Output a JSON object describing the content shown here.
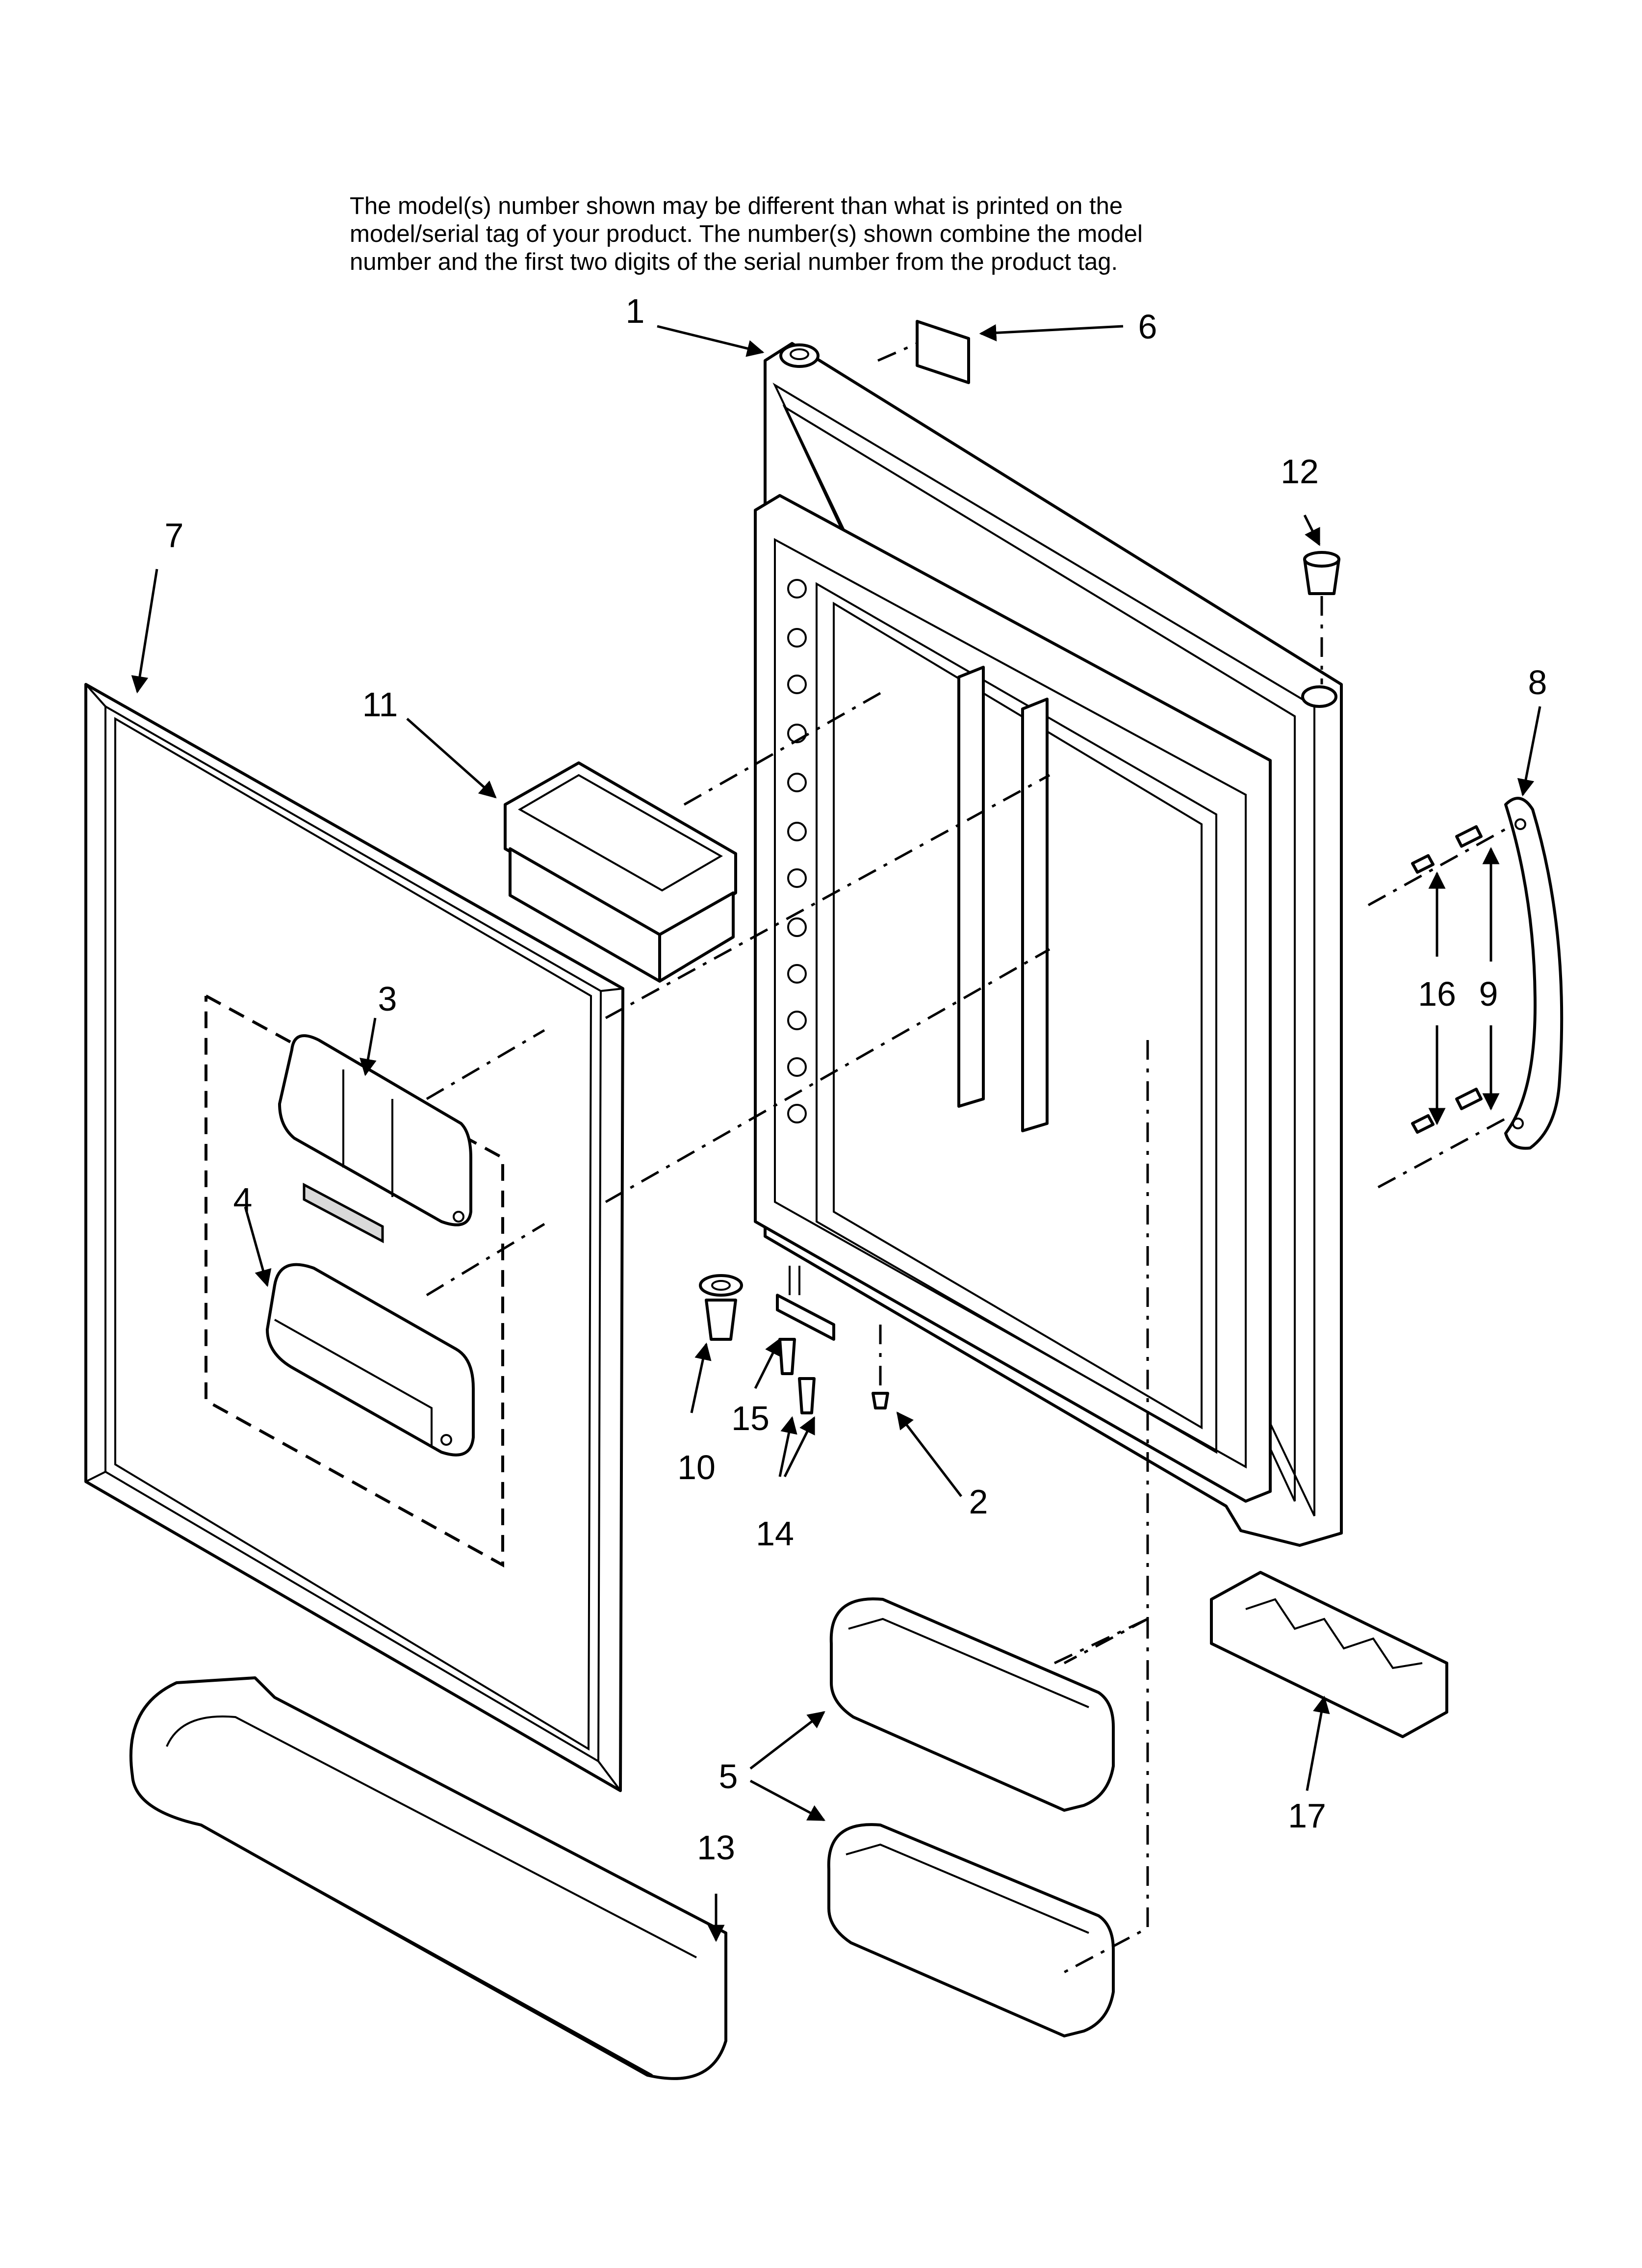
{
  "note": {
    "lines": [
      "The model(s) number shown may be different than what is printed on the",
      "model/serial tag of your product. The number(s) shown combine the model",
      "number and the first two digits of the serial number from the product tag."
    ]
  },
  "callouts": {
    "c1": "1",
    "c2": "2",
    "c3": "3",
    "c4": "4",
    "c5": "5",
    "c6": "6",
    "c7": "7",
    "c8": "8",
    "c9": "9",
    "c10": "10",
    "c11": "11",
    "c12": "12",
    "c13": "13",
    "c14": "14",
    "c15": "15",
    "c16": "16",
    "c17": "17"
  }
}
